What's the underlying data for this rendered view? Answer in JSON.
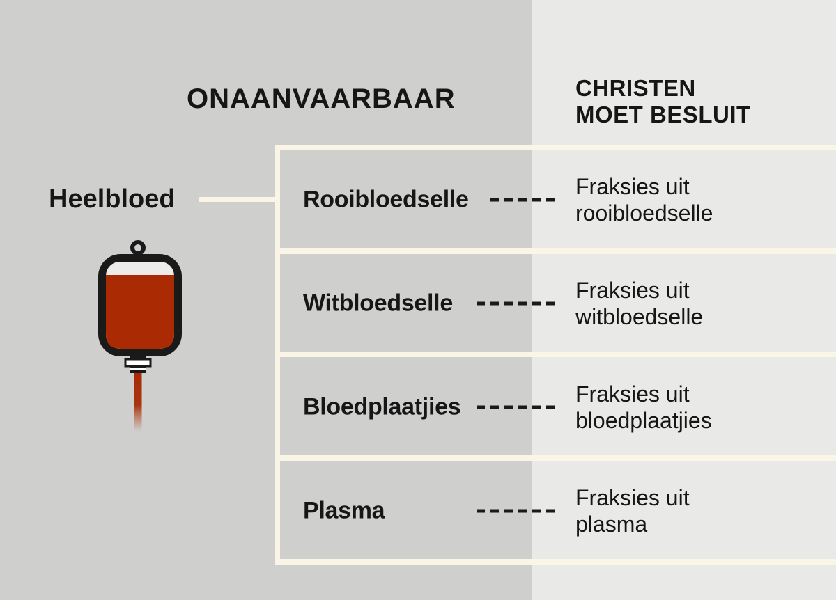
{
  "colors": {
    "background_left": "#cfcfce",
    "background_right": "#e9e9e8",
    "divider_cream": "#faf5e6",
    "blood_red": "#aa2a04",
    "ink": "#161616"
  },
  "headers": {
    "unacceptable": "ONAANVAARBAAR",
    "decide_line1": "CHRISTEN",
    "decide_line2": "MOET BESLUIT"
  },
  "source": {
    "label": "Heelbloed",
    "icon": "blood-bag-icon"
  },
  "rows": [
    {
      "label": "Rooibloedselle",
      "fraction_line1": "Fraksies uit",
      "fraction_line2": "rooibloedselle",
      "dash_count": 5
    },
    {
      "label": "Witbloedselle",
      "fraction_line1": "Fraksies uit",
      "fraction_line2": "witbloedselle",
      "dash_count": 6
    },
    {
      "label": "Bloedplaatjies",
      "fraction_line1": "Fraksies uit",
      "fraction_line2": "bloedplaatjies",
      "dash_count": 6
    },
    {
      "label": "Plasma",
      "fraction_line1": "Fraksies uit",
      "fraction_line2": "plasma",
      "dash_count": 6
    }
  ]
}
